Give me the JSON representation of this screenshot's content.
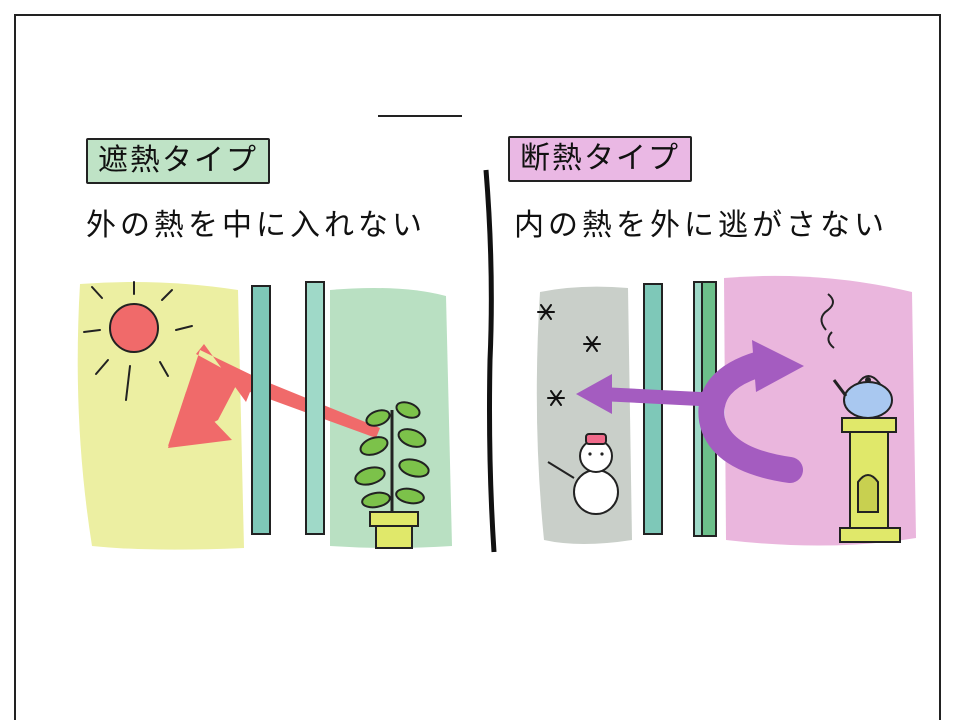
{
  "left_panel": {
    "type_label": "遮熱タイプ",
    "caption": "外の熱を中に入れない",
    "colors": {
      "label_bg": "#bfe3c6",
      "outside_bg": "#ecefa2",
      "inside_bg": "#b9e0c2",
      "arrow": "#f06a6a",
      "sun": "#f06a6a"
    },
    "icons": [
      "sun-icon",
      "heat-arrow-icon",
      "glass-pane-icon",
      "potted-plant-icon"
    ]
  },
  "right_panel": {
    "type_label": "断熱タイプ",
    "caption": "内の熱を外に逃がさない",
    "colors": {
      "label_bg": "#eab8e4",
      "outside_bg": "#c9cfc9",
      "inside_bg": "#eab6dd",
      "arrow": "#a45cc0",
      "snow": "#111111"
    },
    "icons": [
      "snowflake-icon",
      "snowman-icon",
      "heat-arrow-icon",
      "glass-pane-icon",
      "kettle-icon",
      "stove-icon",
      "steam-icon"
    ]
  }
}
